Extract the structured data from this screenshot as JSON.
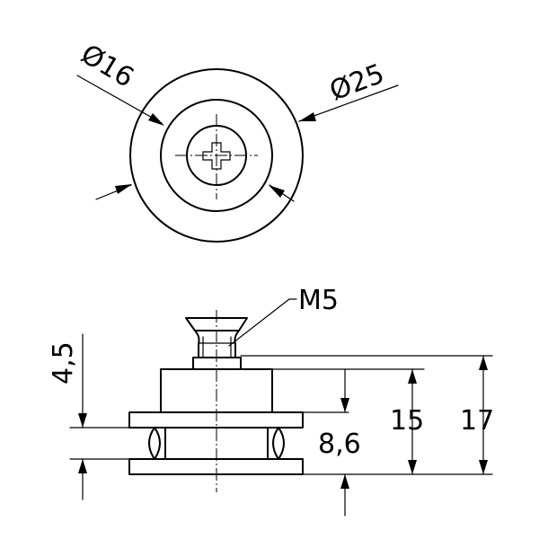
{
  "top_view": {
    "dia_inner": "Ø16",
    "dia_outer": "Ø25"
  },
  "side_view": {
    "thread": "M5",
    "groove_width": "4,5",
    "groove_height": "8,6",
    "body_height": "15",
    "total_height": "17"
  }
}
